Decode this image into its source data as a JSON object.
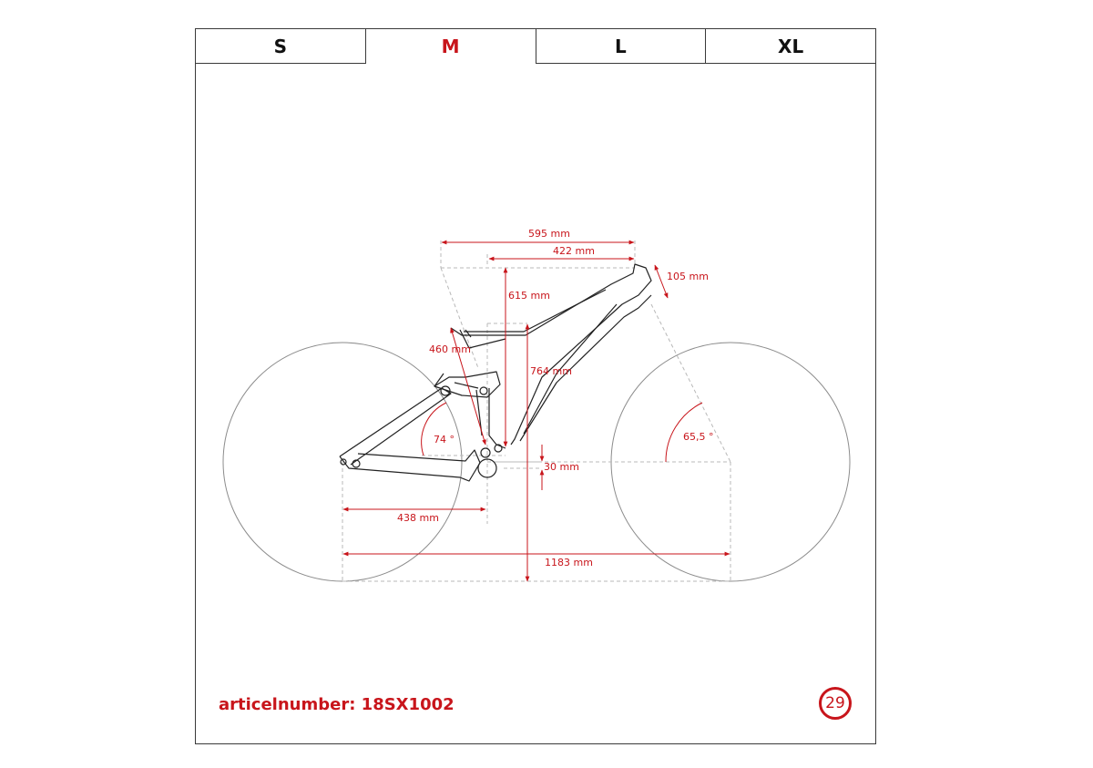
{
  "size_tabs": [
    {
      "label": "S",
      "active": false
    },
    {
      "label": "M",
      "active": true
    },
    {
      "label": "L",
      "active": false
    },
    {
      "label": "XL",
      "active": false
    }
  ],
  "dimensions": {
    "reach_top": "595 mm",
    "top_tube": "422 mm",
    "head_tube": "105 mm",
    "seat_tube_top": "615 mm",
    "seat_tube": "460 mm",
    "stack": "764 mm",
    "seat_angle": "74 °",
    "head_angle": "65,5 °",
    "bb_drop": "30 mm",
    "chainstay": "438 mm",
    "wheelbase": "1183 mm"
  },
  "article": {
    "text": "articelnumber: 18SX1002"
  },
  "badge": {
    "text": "29"
  },
  "colors": {
    "accent": "#c8151b",
    "frame": "#222222",
    "guide": "#b0b0b0"
  }
}
